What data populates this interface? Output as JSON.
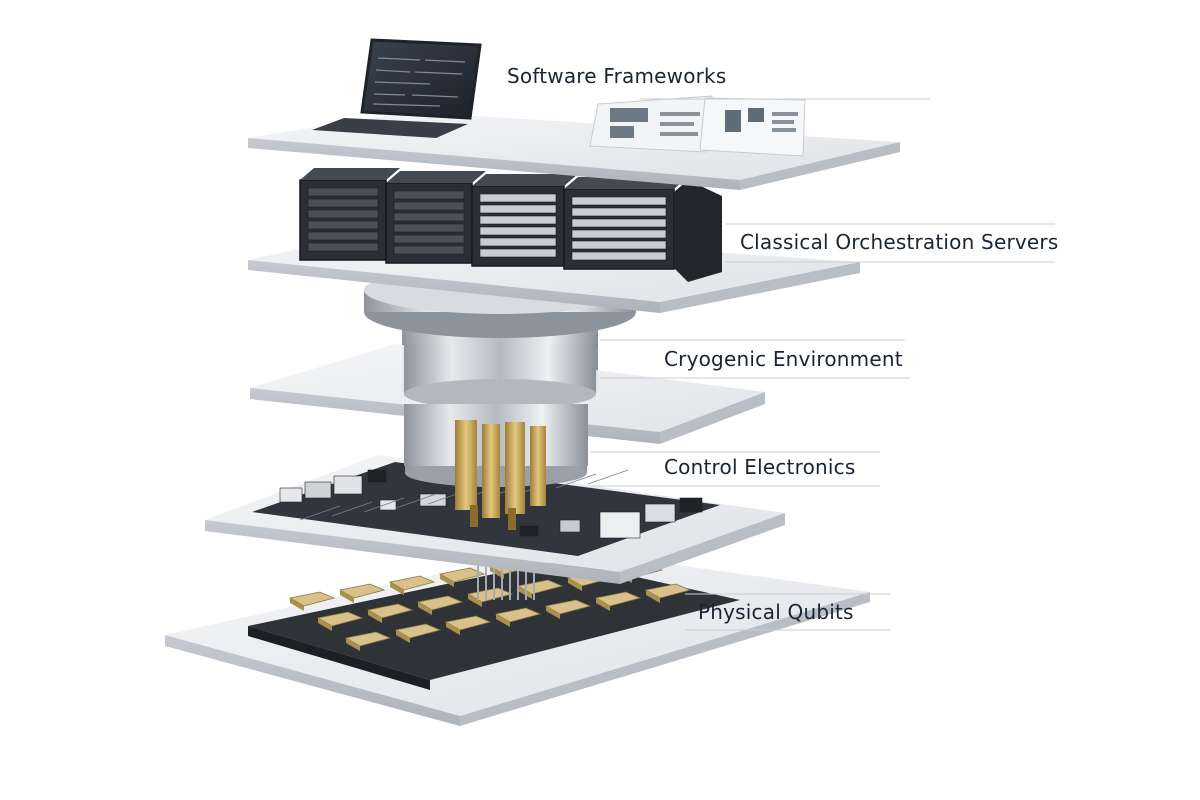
{
  "layers": [
    {
      "id": "software",
      "label": "Software Frameworks"
    },
    {
      "id": "servers",
      "label": "Classical Orchestration Servers"
    },
    {
      "id": "cryo",
      "label": "Cryogenic Environment"
    },
    {
      "id": "control",
      "label": "Control Electronics"
    },
    {
      "id": "qubits",
      "label": "Physical Qubits"
    }
  ],
  "colors": {
    "platform_top": "#eceef1",
    "platform_edge": "#c9cdd3",
    "label_text": "#1a2433",
    "server_dark": "#2b2f35",
    "circuit_board": "#32363c",
    "gold": "#c9a85c",
    "metal": "#c4c8cd"
  }
}
